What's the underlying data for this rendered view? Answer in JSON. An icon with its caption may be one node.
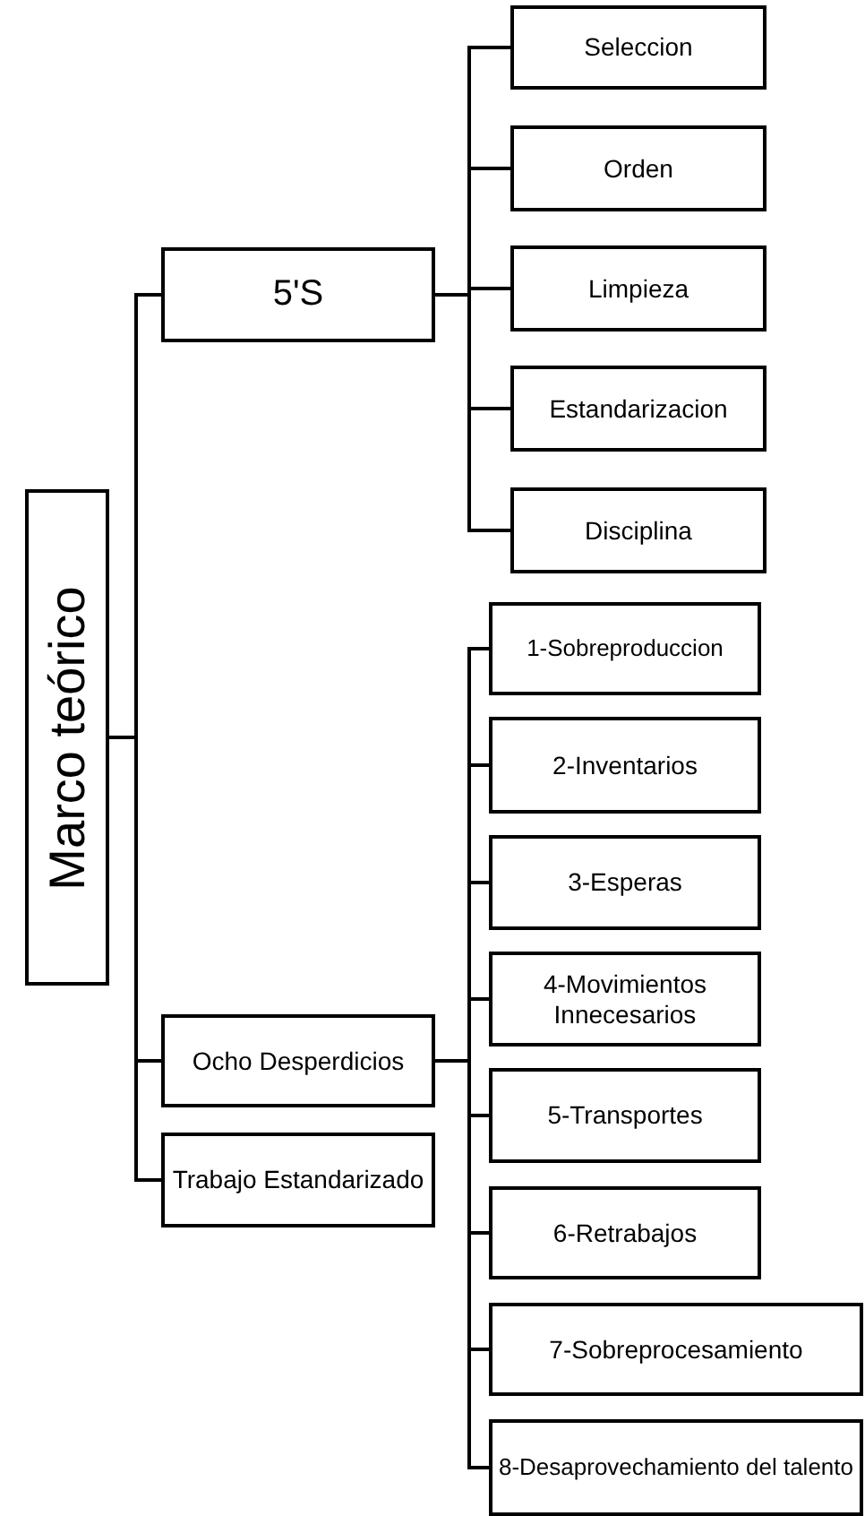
{
  "diagram": {
    "nodes": [
      {
        "text": [
          "Marco teórico"
        ]
      },
      {
        "text": [
          "5'S"
        ]
      },
      {
        "text": [
          "Seleccion"
        ]
      },
      {
        "text": [
          "Orden"
        ]
      },
      {
        "text": [
          "Limpieza"
        ]
      },
      {
        "text": [
          "Estandarizacion"
        ]
      },
      {
        "text": [
          "Disciplina"
        ]
      },
      {
        "text": [
          "Ocho Desperdicios"
        ]
      },
      {
        "text": [
          "1-Sobreproduccion"
        ]
      },
      {
        "text": [
          "2-Inventarios"
        ]
      },
      {
        "text": [
          "3-Esperas"
        ]
      },
      {
        "text": [
          "4-Movimientos Innecesarios"
        ]
      },
      {
        "text": [
          "5-Transportes"
        ]
      },
      {
        "text": [
          "6-Retrabajos"
        ]
      },
      {
        "text": [
          "7-Sobreprocesamiento"
        ]
      },
      {
        "text": [
          "8-Desaprovechamiento del talento"
        ]
      },
      {
        "text": [
          "Trabajo Estandarizado"
        ]
      }
    ],
    "edges": [
      {
        "from": 0,
        "to": 1,
        "arrow": "none"
      },
      {
        "from": 0,
        "to": 7,
        "arrow": "none"
      },
      {
        "from": 0,
        "to": 16,
        "arrow": "none"
      },
      {
        "from": 1,
        "to": 2,
        "arrow": "none"
      },
      {
        "from": 1,
        "to": 3,
        "arrow": "none"
      },
      {
        "from": 1,
        "to": 4,
        "arrow": "none"
      },
      {
        "from": 1,
        "to": 5,
        "arrow": "none"
      },
      {
        "from": 1,
        "to": 6,
        "arrow": "none"
      },
      {
        "from": 7,
        "to": 8,
        "arrow": "none"
      },
      {
        "from": 7,
        "to": 9,
        "arrow": "none"
      },
      {
        "from": 7,
        "to": 10,
        "arrow": "none"
      },
      {
        "from": 7,
        "to": 11,
        "arrow": "none"
      },
      {
        "from": 7,
        "to": 12,
        "arrow": "none"
      },
      {
        "from": 7,
        "to": 13,
        "arrow": "none"
      },
      {
        "from": 7,
        "to": 14,
        "arrow": "none"
      },
      {
        "from": 7,
        "to": 15,
        "arrow": "none"
      }
    ]
  }
}
